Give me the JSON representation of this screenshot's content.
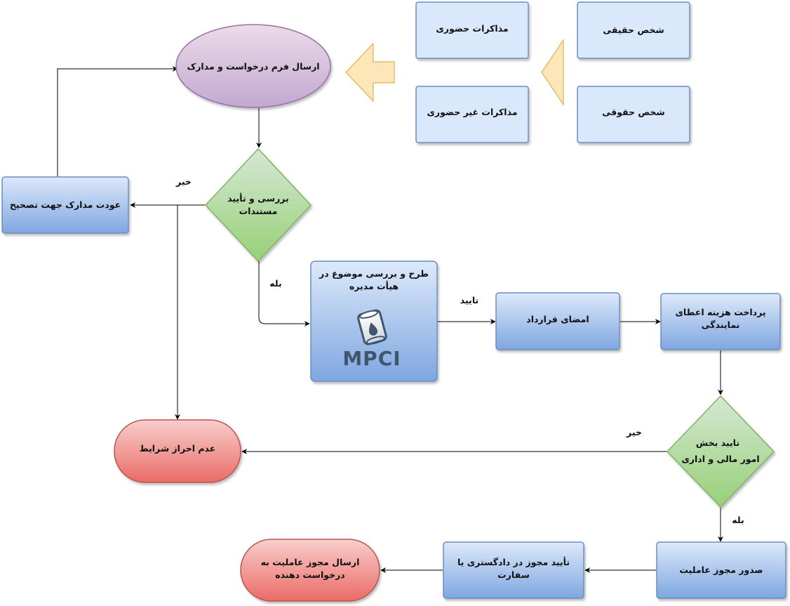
{
  "nodes": {
    "haghighi": "شخص حقیقی",
    "hoghooghi": "شخص حقوقی",
    "hozoori": "مذاکرات حضوری",
    "gheir_hozoori": "مذاکرات غیر حضوری",
    "ersal_form": "ارسال فرم درخواست و مدارک",
    "barresi": [
      "بررسی و تأیید",
      "مستندات"
    ],
    "bazgasht": "عودت مدارک جهت تصحیح",
    "tarh": [
      "طرح و بررسی موضوع در",
      "هیأت مدیره"
    ],
    "logo": "MPCI",
    "emza": "امضای قرارداد",
    "pardakht": [
      "پرداخت هزینه اعطای",
      "نمایندگی"
    ],
    "taeed_bakhsh": [
      "تایید بخش",
      "امور مالی و اداری"
    ],
    "adam_ehraz": "عدم احراز شرایط",
    "sodoor": "صدور مجوز عاملیت",
    "taeed_mojavez": [
      "تأیید مجوز در دادگستری یا",
      "سفارت"
    ],
    "ersal_mojavez": [
      "ارسال مجوز عاملیت به",
      "درخواست دهنده"
    ]
  },
  "edges": {
    "kheir_1": "خیر",
    "baleh_1": "بله",
    "taeed": "تایید",
    "kheir_2": "خیر",
    "baleh_2": "بله"
  },
  "colors": {
    "blue_top": "#dde9fa",
    "blue_bottom": "#7ea6e0",
    "blue_stroke": "#6c8ebf",
    "green_top": "#d5e8d4",
    "green_bottom": "#97d077",
    "green_stroke": "#82b366",
    "purple_top": "#e6d0de",
    "purple_bottom": "#c3abd0",
    "purple_stroke": "#9673a6",
    "red_top": "#f8cecc",
    "red_bottom": "#ea6b66",
    "red_stroke": "#b85450",
    "orange_fill": "#ffe6b8",
    "orange_stroke": "#d6b656"
  }
}
